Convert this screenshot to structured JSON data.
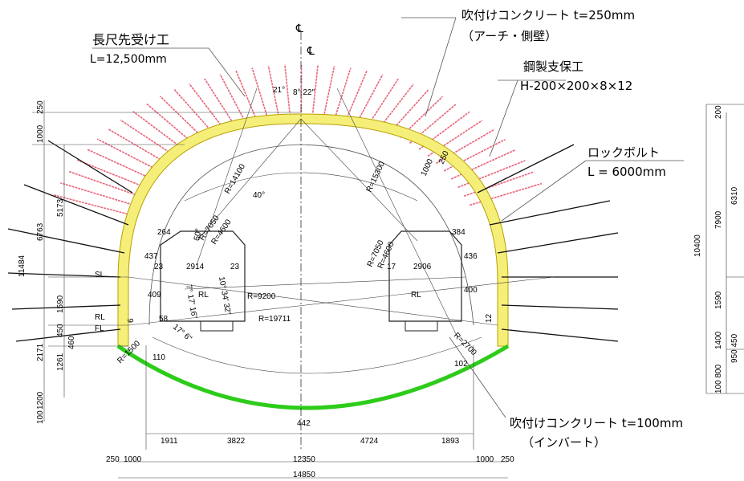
{
  "callouts": {
    "forepiling_title": "長尺先受け工",
    "forepiling_length": "L=12,500mm",
    "shotcrete_arch_title": "吹付けコンクリート t=250mm",
    "shotcrete_arch_sub": "（アーチ・側壁）",
    "steel_support_title": "鋼製支保工",
    "steel_support_spec": "H-200×200×8×12",
    "rock_bolt_title": "ロックボルト",
    "rock_bolt_length": "L = 6000mm",
    "shotcrete_invert_title": "吹付けコンクリート t=100mm",
    "shotcrete_invert_sub": "（インバート）"
  },
  "centerline": {
    "symbol_main": "℄",
    "symbol_sub": "℄"
  },
  "radii": {
    "r14100": "R=14100",
    "r15300": "R=15300",
    "r7050_left": "R=7050",
    "r4600_left": "R=4600",
    "r7050_right": "R=7050",
    "r4600_right": "R=4600",
    "r9200": "R=9200",
    "r19711": "R=19711",
    "r1500": "R=1500",
    "r2700": "R=2700"
  },
  "angles": {
    "a21": "21°",
    "a8_22": "8° 22\"",
    "a40": "40°",
    "a50": "50°",
    "a10_34_32": "10° 34' 32\"",
    "a7_17_16": "7° 17' 16\"",
    "a17_6": "17° 6\""
  },
  "dims": {
    "top_250": "250",
    "top_1000": "1000",
    "left_5173": "5173",
    "left_6763": "6763",
    "left_11484": "11484",
    "left_1590": "1590",
    "left_450": "450",
    "left_460": "460",
    "left_2171": "2171",
    "left_1261": "1261",
    "left_1200": "1200",
    "left_100": "100",
    "crown_1000": "1000",
    "crown_250": "250",
    "w1911": "1911",
    "w3822": "3822",
    "w4724": "4724",
    "w1893": "1893",
    "w442": "442",
    "b250l": "250",
    "b1000l": "1000",
    "b12350": "12350",
    "b1000r": "1000",
    "b250r": "250",
    "b14850": "14850",
    "in264": "264",
    "in437": "437",
    "in23a": "23",
    "in2914": "2914",
    "in23b": "23",
    "in17": "17",
    "in2906": "2906",
    "in436": "436",
    "in384": "384",
    "in409": "409",
    "in400": "400",
    "in58": "58",
    "in110": "110",
    "in102": "102",
    "in6": "6",
    "in12": "12",
    "lbl_sl": "SL",
    "lbl_rl": "RL",
    "lbl_fl": "FL",
    "lbl_rl_l": "RL",
    "lbl_rl_r": "RL"
  },
  "side_view": {
    "d200": "200",
    "d6310": "6310",
    "d7900": "7900",
    "d10400": "10400",
    "d1590": "1590",
    "d1400": "1400",
    "d950_450": "950 450",
    "d100_800": "100 800"
  },
  "colors": {
    "shotcrete_arch": "#f5ef7a",
    "shotcrete_arch_edge": "#b8a100",
    "invert": "#2ecc1a",
    "forepiling": "#e8647a",
    "line": "#333333"
  }
}
